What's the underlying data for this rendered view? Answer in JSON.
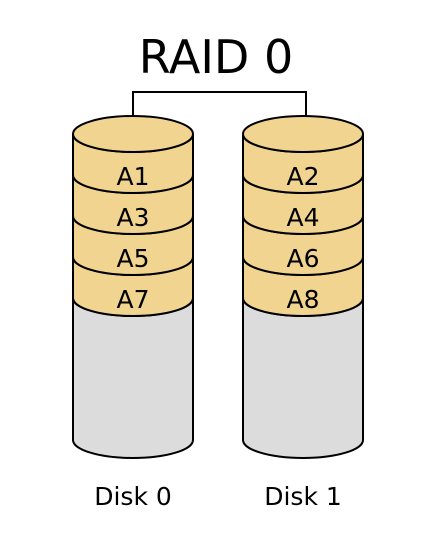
{
  "title": "RAID 0",
  "colors": {
    "data_block": "#f0d48f",
    "empty_space": "#dcdcdc",
    "outline": "#000000",
    "background": "#ffffff"
  },
  "disks": [
    {
      "label": "Disk 0",
      "blocks": [
        "A1",
        "A3",
        "A5",
        "A7"
      ]
    },
    {
      "label": "Disk 1",
      "blocks": [
        "A2",
        "A4",
        "A6",
        "A8"
      ]
    }
  ]
}
